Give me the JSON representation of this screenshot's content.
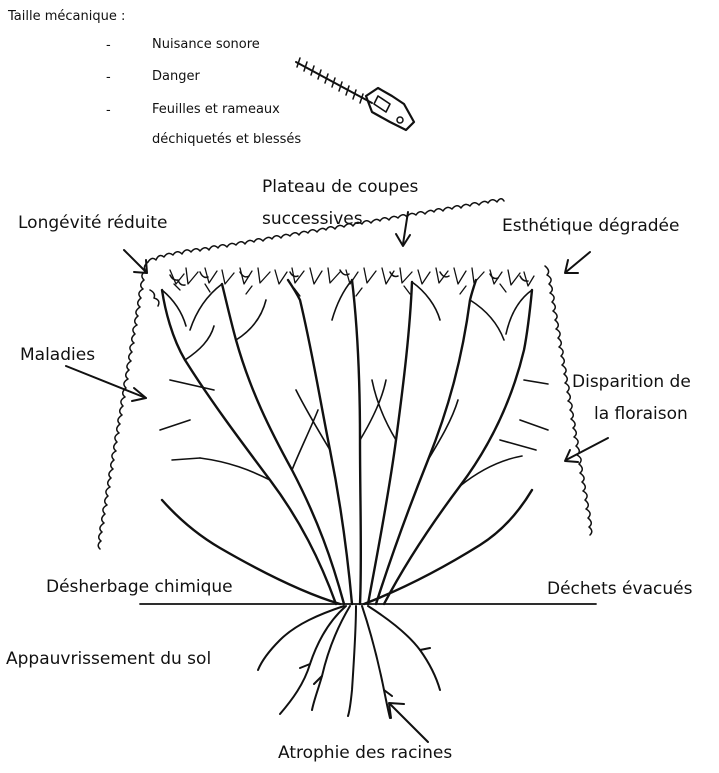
{
  "header": {
    "title": "Taille mécanique :",
    "items": [
      "Nuisance sonore",
      "Danger",
      "Feuilles et rameaux",
      "déchiquetés et blessés"
    ]
  },
  "labels": {
    "plateau_line1": "Plateau de coupes",
    "plateau_line2": "successives",
    "longevite": "Longévité réduite",
    "esthetique": "Esthétique dégradée",
    "maladies": "Maladies",
    "floraison_line1": "Disparition de",
    "floraison_line2": "la floraison",
    "desherbage": "Désherbage chimique",
    "dechets": "Déchets évacués",
    "appauvrissement": "Appauvrissement du sol",
    "atrophie": "Atrophie des racines"
  },
  "colors": {
    "ink": "#111111"
  },
  "icons": {
    "tool": "hedge-trimmer-icon"
  }
}
